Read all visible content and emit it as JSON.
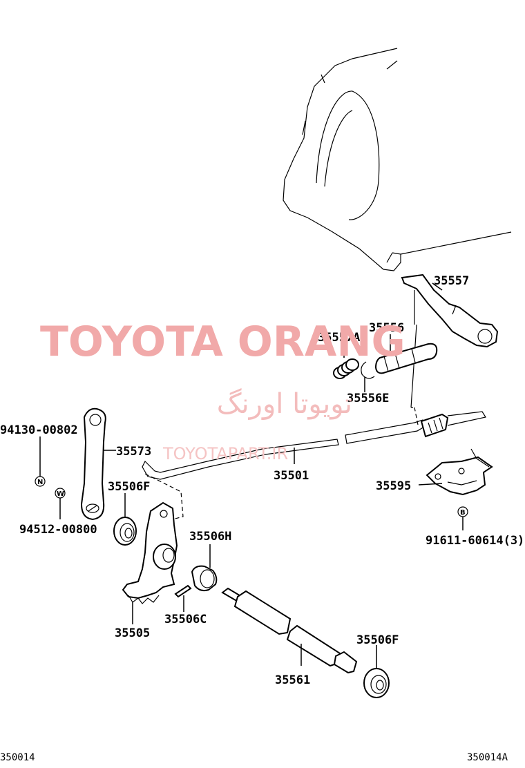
{
  "watermark": {
    "brand": "TOYOTA ORANG",
    "persian": "تویوتا اورنگ",
    "site": "TOYOTAPART.IR"
  },
  "parts": {
    "p35557": "35557",
    "p35556": "35556",
    "p35557A": "35557A",
    "p35556E": "35556E",
    "p94130": "94130-00802",
    "p35573": "35573",
    "p35501": "35501",
    "p35595": "35595",
    "p35506F_top": "35506F",
    "p94512": "94512-00800",
    "p91611": "91611-60614(3)",
    "p35506H": "35506H",
    "p35506C": "35506C",
    "p35505": "35505",
    "p35506F_bottom": "35506F",
    "p35561": "35561"
  },
  "symbols": {
    "n": "N",
    "w": "W",
    "b": "B"
  },
  "footer": {
    "left_code": "350014",
    "right_code": "350014A"
  }
}
